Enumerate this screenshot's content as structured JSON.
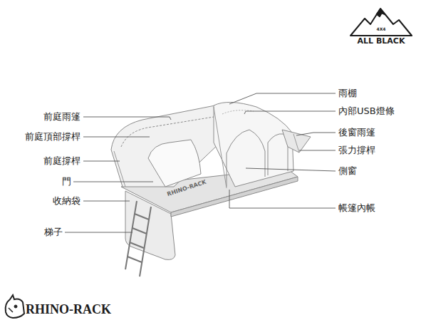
{
  "diagram": {
    "labels": [
      "4X4",
      "ALL BLACK",
      "雨棚",
      "內部USB燈條",
      "前庭雨篷",
      "前庭頂部撐桿",
      "後窗雨篷",
      "張力撐桿",
      "前庭撐桿",
      "側窗",
      "門",
      "收納袋",
      "帳篷內帳",
      "梯子",
      "RHINO-RACK",
      "RHINO-RACK"
    ]
  }
}
